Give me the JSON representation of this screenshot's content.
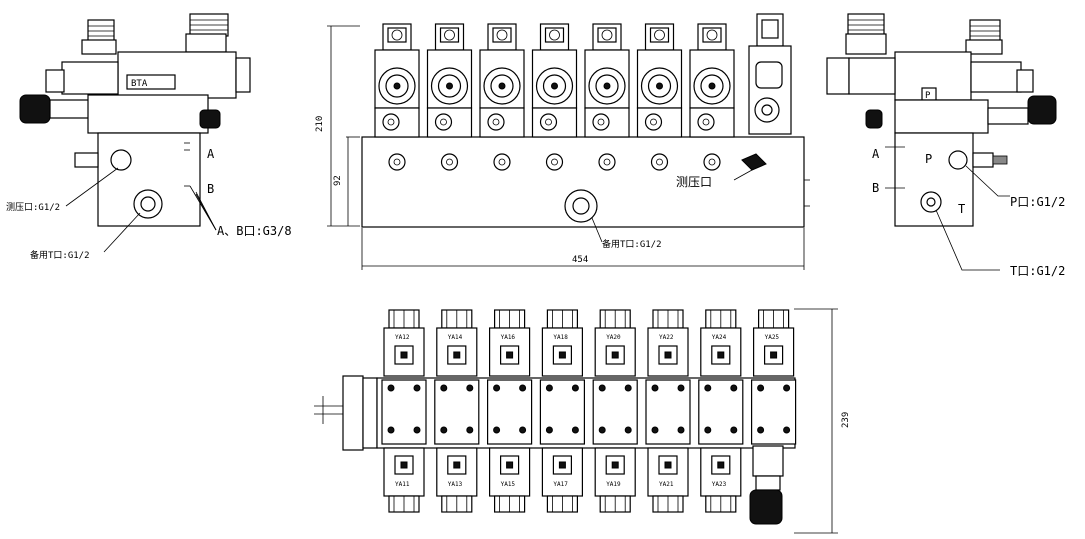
{
  "left_view": {
    "block_label": "BTA",
    "port_a": "A",
    "port_b": "B",
    "callout_test": "测压口:G1/2",
    "callout_spare_t": "备用T口:G1/2",
    "callout_ab": "A、B口:G3/8"
  },
  "front_view": {
    "dim_height": "210",
    "dim_lower": "92",
    "dim_width": "454",
    "callout_gauge": "测压口",
    "callout_spare_t": "备用T口:G1/2",
    "valve_count": 7
  },
  "right_view": {
    "block_label": "P",
    "port_a": "A",
    "port_b": "B",
    "port_p": "P",
    "port_t": "T",
    "callout_p": "P口:G1/2",
    "callout_t": "T口:G1/2"
  },
  "top_view": {
    "dim_depth": "239",
    "top_coils": [
      "YA12",
      "YA14",
      "YA16",
      "YA18",
      "YA20",
      "YA22",
      "YA24",
      "YA25"
    ],
    "bottom_coils": [
      "YA11",
      "YA13",
      "YA15",
      "YA17",
      "YA19",
      "YA21",
      "YA23"
    ]
  }
}
